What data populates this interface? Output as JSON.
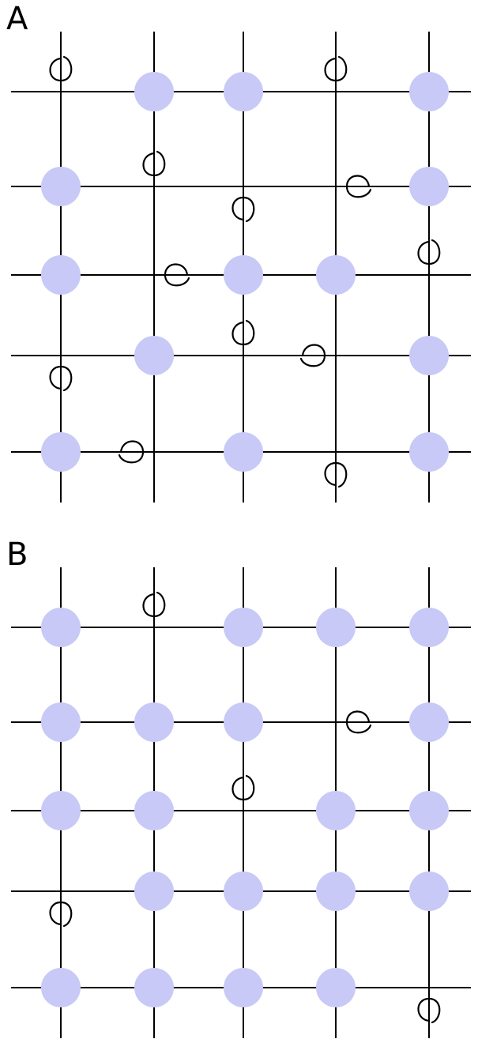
{
  "panels": [
    {
      "id": "A",
      "label": "A",
      "node_color": "#c9c9f7",
      "nodes": [
        [
          1,
          0
        ],
        [
          2,
          0
        ],
        [
          4,
          0
        ],
        [
          0,
          1
        ],
        [
          4,
          1
        ],
        [
          0,
          2
        ],
        [
          2,
          2
        ],
        [
          3,
          2
        ],
        [
          1,
          3
        ],
        [
          4,
          3
        ],
        [
          0,
          4
        ],
        [
          2,
          4
        ],
        [
          4,
          4
        ]
      ],
      "loops": [
        {
          "col": 0,
          "row": 0,
          "dir": "up"
        },
        {
          "col": 3,
          "row": 0,
          "dir": "up"
        },
        {
          "col": 1,
          "row": 1,
          "dir": "up"
        },
        {
          "col": 3,
          "row": 1,
          "dir": "right"
        },
        {
          "col": 2,
          "row": 1,
          "dir": "down"
        },
        {
          "col": 4,
          "row": 2,
          "dir": "up"
        },
        {
          "col": 1,
          "row": 2,
          "dir": "right"
        },
        {
          "col": 2,
          "row": 3,
          "dir": "up"
        },
        {
          "col": 0,
          "row": 3,
          "dir": "down"
        },
        {
          "col": 3,
          "row": 3,
          "dir": "left"
        },
        {
          "col": 1,
          "row": 4,
          "dir": "left"
        },
        {
          "col": 3,
          "row": 4,
          "dir": "down"
        }
      ]
    },
    {
      "id": "B",
      "label": "B",
      "node_color": "#c9c9f7",
      "nodes": [
        [
          0,
          0
        ],
        [
          2,
          0
        ],
        [
          3,
          0
        ],
        [
          4,
          0
        ],
        [
          0,
          1
        ],
        [
          1,
          1
        ],
        [
          2,
          1
        ],
        [
          4,
          1
        ],
        [
          0,
          2
        ],
        [
          1,
          2
        ],
        [
          3,
          2
        ],
        [
          4,
          2
        ],
        [
          1,
          3
        ],
        [
          2,
          3
        ],
        [
          3,
          3
        ],
        [
          4,
          3
        ],
        [
          0,
          4
        ],
        [
          1,
          4
        ],
        [
          2,
          4
        ],
        [
          3,
          4
        ]
      ],
      "loops": [
        {
          "col": 1,
          "row": 0,
          "dir": "up"
        },
        {
          "col": 3,
          "row": 1,
          "dir": "right"
        },
        {
          "col": 2,
          "row": 2,
          "dir": "up"
        },
        {
          "col": 0,
          "row": 3,
          "dir": "down"
        },
        {
          "col": 4,
          "row": 4,
          "dir": "down"
        }
      ]
    }
  ]
}
